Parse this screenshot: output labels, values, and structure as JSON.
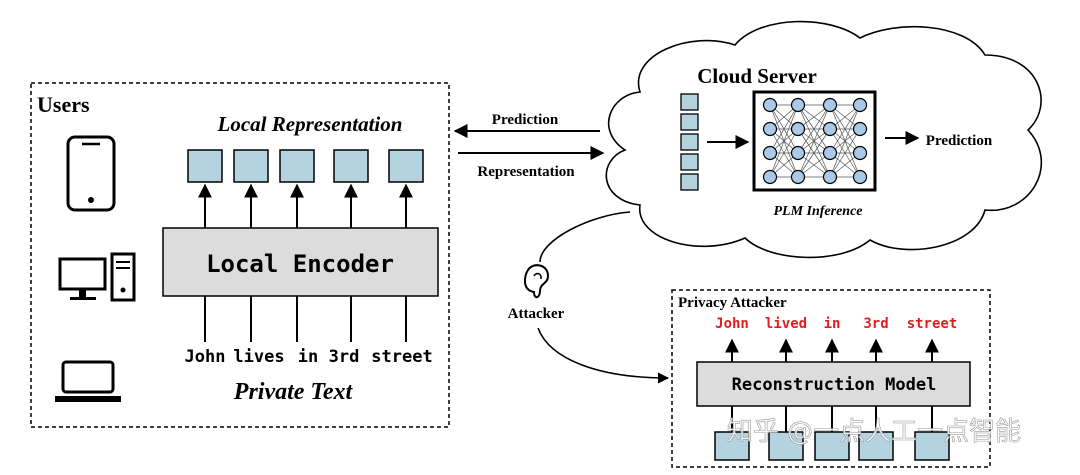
{
  "users": {
    "title": "Users",
    "local_representation": "Local Representation",
    "encoder_label": "Local Encoder",
    "input_tokens": [
      "John",
      "lives",
      "in",
      "3rd",
      "street"
    ],
    "private_text": "Private Text"
  },
  "arrows": {
    "prediction": "Prediction",
    "representation": "Representation"
  },
  "cloud": {
    "title": "Cloud Server",
    "prediction": "Prediction",
    "plm_label": "PLM Inference"
  },
  "attacker": {
    "label": "Attacker",
    "box_title": "Privacy Attacker",
    "reconstructed_tokens": [
      "John",
      "lived",
      "in",
      "3rd",
      "street"
    ],
    "model_label": "Reconstruction Model"
  },
  "watermark": "知乎 @一点人工一点智能",
  "colors": {
    "vector_fill": "#b5d3de",
    "encoder_fill": "#dcdcdc",
    "recon_text": "#e02020",
    "node_fill": "#a9c9e6"
  }
}
